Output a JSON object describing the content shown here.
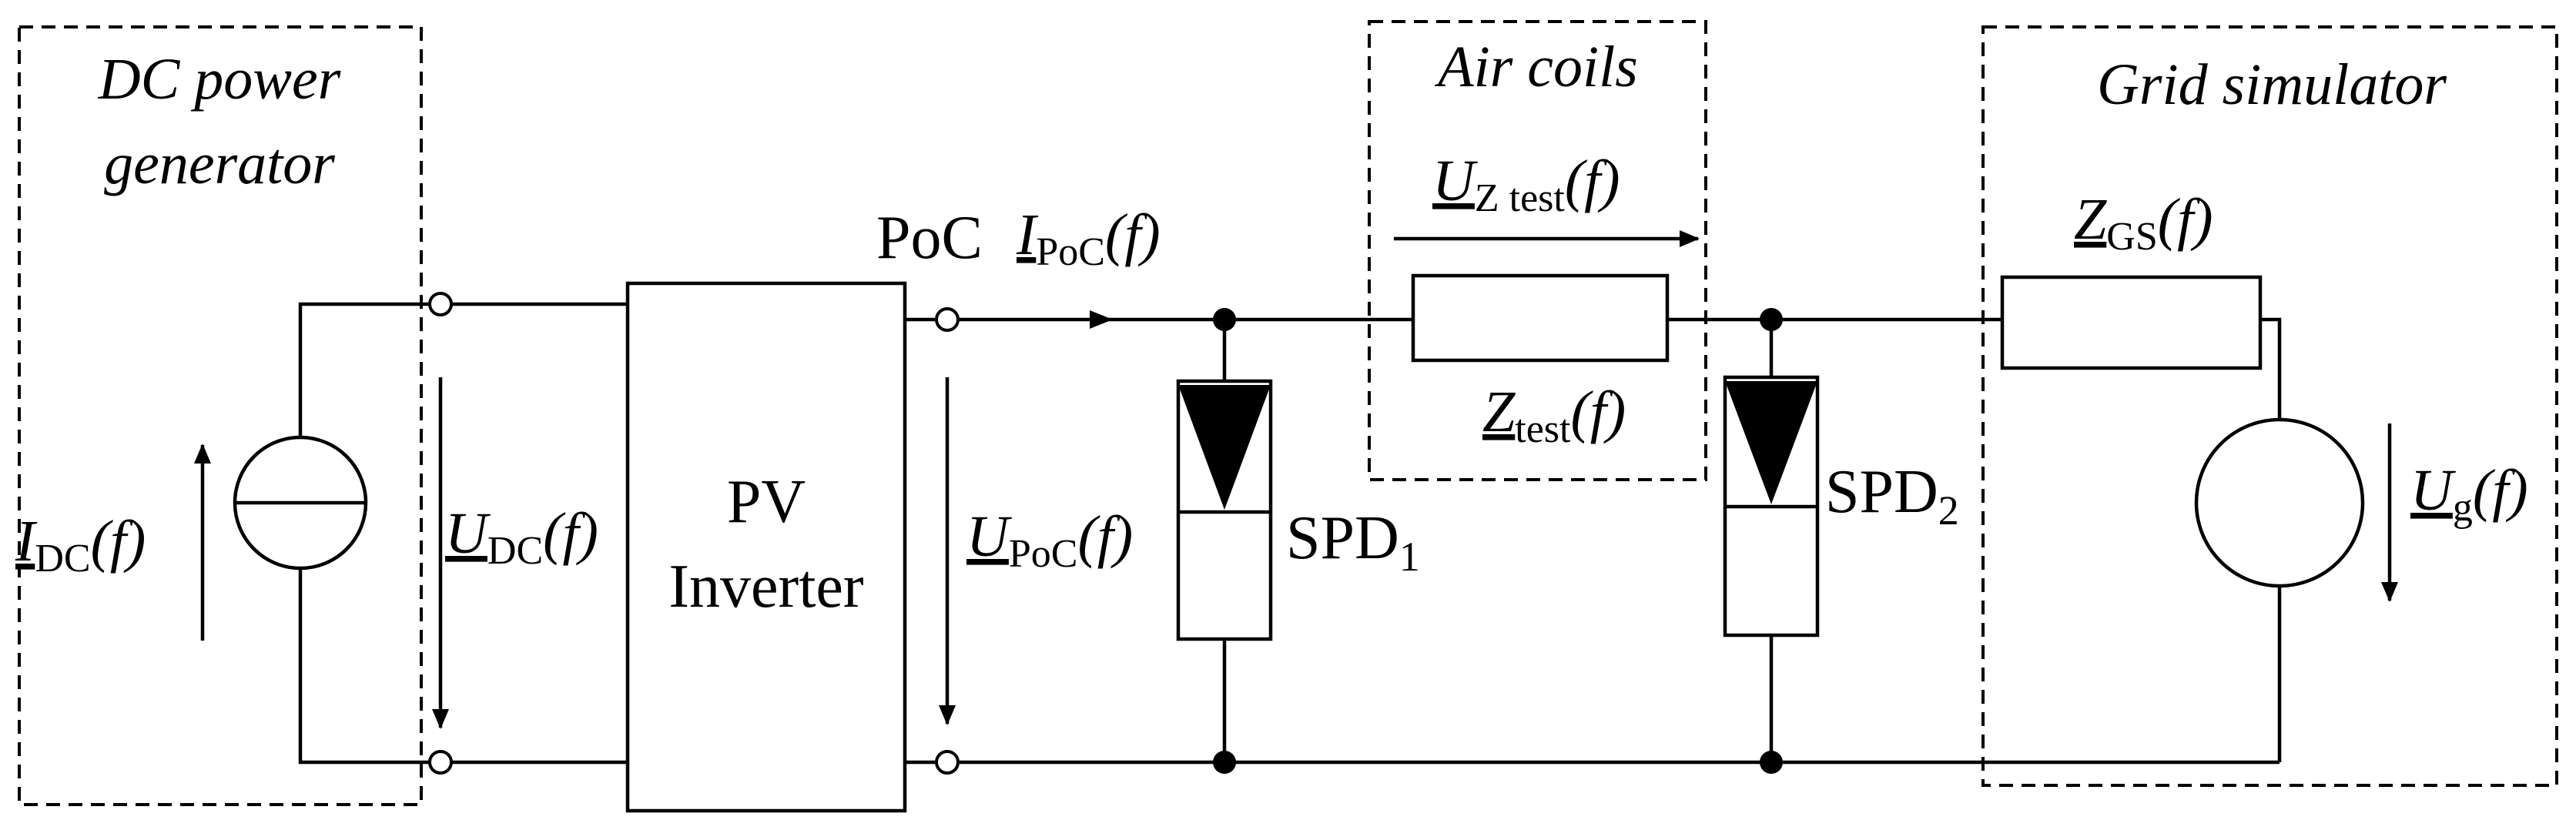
{
  "groups": {
    "dc_generator": [
      "DC power",
      "generator"
    ],
    "air_coils": "Air coils",
    "grid_simulator": "Grid simulator"
  },
  "inverter": [
    "PV",
    "Inverter"
  ],
  "poc_label": "PoC",
  "labels": {
    "i_dc": {
      "main": "I",
      "sub": "DC",
      "arg": "(f)"
    },
    "u_dc": {
      "main": "U",
      "sub": "DC",
      "arg": "(f)"
    },
    "i_poc": {
      "main": "I",
      "sub": "PoC",
      "arg": "(f)"
    },
    "u_poc": {
      "main": "U",
      "sub": "PoC",
      "arg": "(f)"
    },
    "u_z_test": {
      "main": "U",
      "sub": "Z test",
      "arg": "(f)"
    },
    "z_test": {
      "main": "Z",
      "sub": "test",
      "arg": "(f)"
    },
    "z_gs": {
      "main": "Z",
      "sub": "GS",
      "arg": "(f)"
    },
    "u_g": {
      "main": "U",
      "sub": "g",
      "arg": "(f)"
    }
  },
  "spd1": {
    "main": "SPD",
    "sub": "1"
  },
  "spd2": {
    "main": "SPD",
    "sub": "2"
  }
}
